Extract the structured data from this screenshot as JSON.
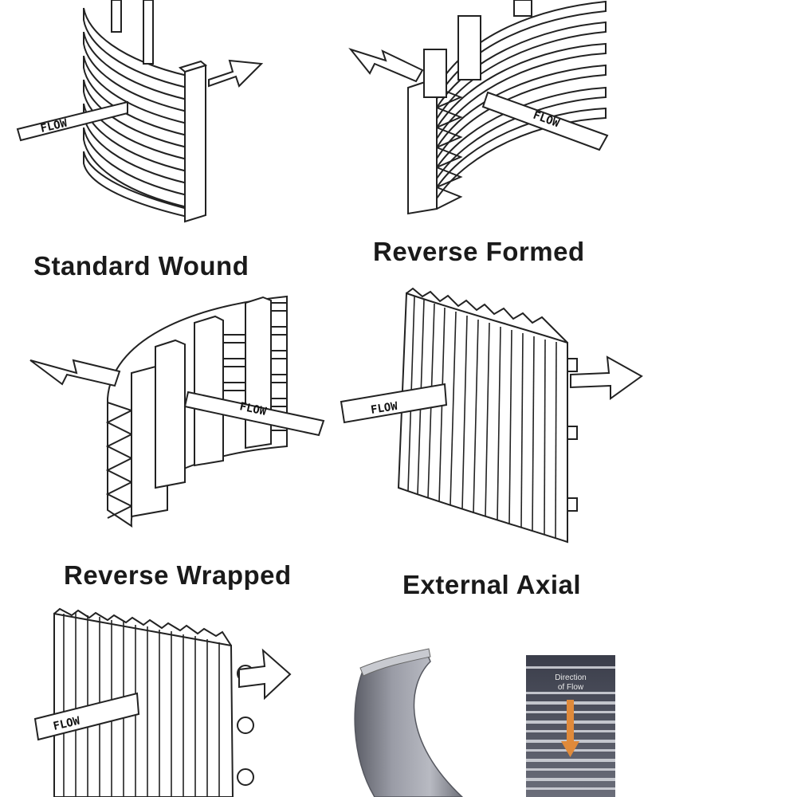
{
  "captions": {
    "standard_wound": "Standard Wound",
    "reverse_formed": "Reverse Formed",
    "reverse_wrapped": "Reverse Wrapped",
    "external_axial": "External Axial"
  },
  "flow_labels": {
    "standard_wound": "FLOW",
    "reverse_formed": "FLOW",
    "reverse_wrapped": "FLOW",
    "external_axial": "FLOW",
    "bottom_left": "FLOW"
  },
  "direction_label": {
    "line1": "Direction",
    "line2": "of Flow"
  },
  "colors": {
    "line": "#222222",
    "fill": "#ffffff",
    "steel": "#8a8c96",
    "flow_arrow": "#e08a3a"
  }
}
